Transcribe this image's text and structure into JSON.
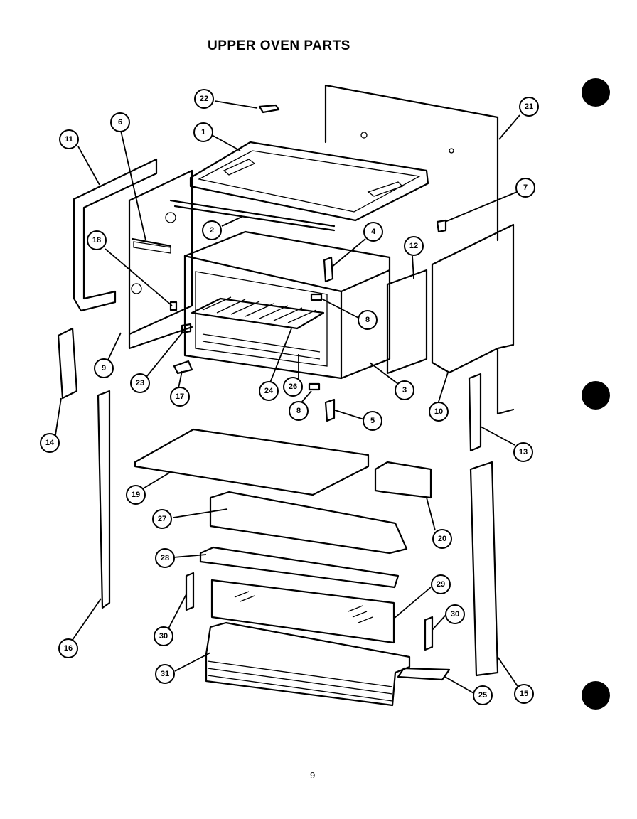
{
  "title": "UPPER OVEN PARTS",
  "page_number": "9",
  "callouts": [
    {
      "label": "22"
    },
    {
      "label": "1"
    },
    {
      "label": "21"
    },
    {
      "label": "11"
    },
    {
      "label": "6"
    },
    {
      "label": "7"
    },
    {
      "label": "18"
    },
    {
      "label": "2"
    },
    {
      "label": "4"
    },
    {
      "label": "12"
    },
    {
      "label": "8"
    },
    {
      "label": "9"
    },
    {
      "label": "23"
    },
    {
      "label": "17"
    },
    {
      "label": "24"
    },
    {
      "label": "26"
    },
    {
      "label": "8"
    },
    {
      "label": "3"
    },
    {
      "label": "10"
    },
    {
      "label": "5"
    },
    {
      "label": "14"
    },
    {
      "label": "13"
    },
    {
      "label": "19"
    },
    {
      "label": "20"
    },
    {
      "label": "27"
    },
    {
      "label": "28"
    },
    {
      "label": "29"
    },
    {
      "label": "30"
    },
    {
      "label": "30"
    },
    {
      "label": "16"
    },
    {
      "label": "31"
    },
    {
      "label": "25"
    },
    {
      "label": "15"
    }
  ]
}
